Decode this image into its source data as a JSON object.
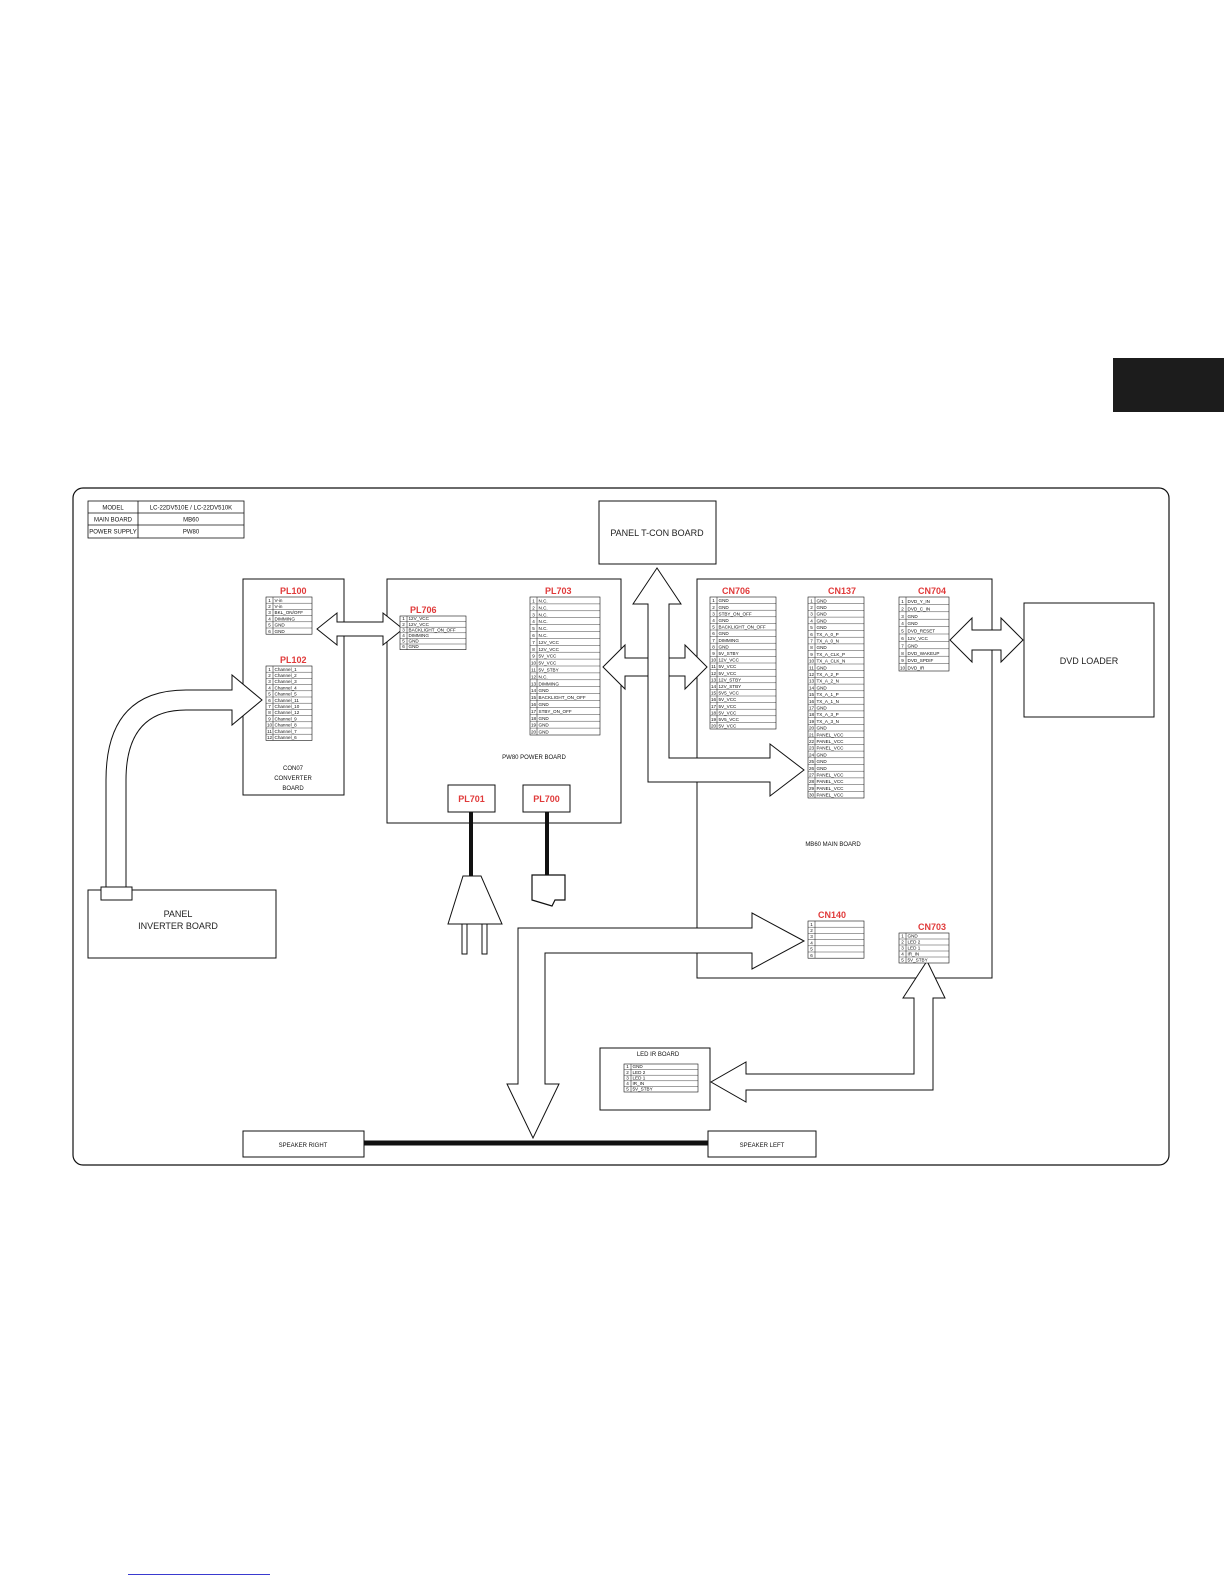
{
  "model_table": [
    {
      "label": "MODEL",
      "value": "LC-22DV510E / LC-22DV510K"
    },
    {
      "label": "MAIN BOARD",
      "value": "MB60"
    },
    {
      "label": "POWER SUPPLY",
      "value": "PW80"
    }
  ],
  "boards": {
    "panel_tcon": "PANEL T-CON BOARD",
    "dvd_loader": "DVD LOADER",
    "pw80": "PW80 POWER BOARD",
    "mb60": "MB60 MAIN BOARD",
    "converter_lines": [
      "CON07",
      "CONVERTER",
      "BOARD"
    ],
    "inverter_lines": [
      "PANEL",
      "INVERTER BOARD"
    ],
    "led_ir": "LED IR BOARD",
    "speaker_right": "SPEAKER RIGHT",
    "speaker_left": "SPEAKER LEFT"
  },
  "connectors": {
    "PL100": {
      "name": "PL100",
      "pins": [
        "V-in",
        "V-in",
        "BKL_ON/OFF",
        "DIMMING",
        "GND",
        "GND"
      ]
    },
    "PL102": {
      "name": "PL102",
      "pins": [
        "Channel_1",
        "Channel_2",
        "Channel_3",
        "Channel_4",
        "Channel_5",
        "Channel_11",
        "Channel_10",
        "Channel_12",
        "Channel_9",
        "Channel_8",
        "Channel_7",
        "Channel_6"
      ]
    },
    "PL706": {
      "name": "PL706",
      "pins": [
        "12V_VCC",
        "12V_VCC",
        "BACKLIGHT_ON_OFF",
        "DIMMING",
        "GND",
        "GND"
      ]
    },
    "PL703": {
      "name": "PL703",
      "pins": [
        "N.C.",
        "N.C.",
        "N.C.",
        "N.C.",
        "N.C.",
        "N.C.",
        "12V_VCC",
        "12V_VCC",
        "5V_VCC",
        "5V_VCC",
        "5V_STBY",
        "N.C.",
        "DIMMING",
        "GND",
        "BACKLIGHT_ON_OFF",
        "GND",
        "STBY_ON_OFF",
        "GND",
        "GND",
        "GND"
      ]
    },
    "CN706": {
      "name": "CN706",
      "pins": [
        "GND",
        "GND",
        "STBY_ON_OFF",
        "GND",
        "BACKLIGHT_ON_OFF",
        "GND",
        "DIMMING",
        "GND",
        "5V_STBY",
        "12V_VCC",
        "5V_VCC",
        "5V_VCC",
        "12V_STBY",
        "12V_STBY",
        "5V5_VCC",
        "5V_VCC",
        "5V_VCC",
        "5V_VCC",
        "5V5_VCC",
        "5V_VCC"
      ]
    },
    "CN137": {
      "name": "CN137",
      "pins": [
        "GND",
        "GND",
        "GND",
        "GND",
        "GND",
        "TX_A_0_P",
        "TX_A_0_N",
        "GND",
        "TX_A_CLK_P",
        "TX_A_CLK_N",
        "GND",
        "TX_A_2_P",
        "TX_A_2_N",
        "GND",
        "TX_A_1_P",
        "TX_A_1_N",
        "GND",
        "TX_A_3_P",
        "TX_A_3_N",
        "GND",
        "PANEL_VCC",
        "PANEL_VCC",
        "PANEL_VCC",
        "GND",
        "GND",
        "GND",
        "PANEL_VCC",
        "PANEL_VCC",
        "PANEL_VCC",
        "PANEL_VCC"
      ]
    },
    "CN704": {
      "name": "CN704",
      "pins": [
        "DVD_Y_IN",
        "DVD_C_IN",
        "GND",
        "GND",
        "DVD_RESET",
        "12V_VCC",
        "GND",
        "DVD_WAKEUP",
        "DVD_SPDIF",
        "DVD_IR"
      ]
    },
    "CN140": {
      "name": "CN140",
      "pins": [
        "",
        "",
        "",
        "",
        "",
        ""
      ]
    },
    "CN703": {
      "name": "CN703",
      "pins": [
        "GND",
        "LED 2",
        "LED 1",
        "IR_IN",
        "5V_STBY"
      ]
    },
    "LEDIR": {
      "name": "",
      "pins": [
        "GND",
        "LED 2",
        "LED 1",
        "IR_IN",
        "5V_STBY"
      ]
    },
    "PL701": {
      "name": "PL701",
      "pins": []
    },
    "PL700": {
      "name": "PL700",
      "pins": []
    }
  },
  "colors": {
    "accent_red": "#e03a3a",
    "line": "#111111",
    "corner_tab": "#1c1c1c",
    "footer_rule": "#3a3ad0"
  }
}
